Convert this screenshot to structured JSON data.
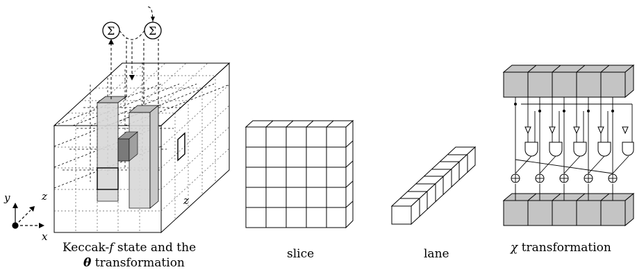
{
  "captions": {
    "state_line1": "Keccak-",
    "state_line1_f": "f",
    "state_line1_rest": " state and the",
    "state_line2_theta": "θ",
    "state_line2_rest": " transformation",
    "slice": "slice",
    "lane": "lane",
    "chi_symbol": "χ",
    "chi_rest": " transformation"
  },
  "axes": {
    "x": "x",
    "y": "y",
    "z": "z",
    "z_side": "z"
  },
  "sigma_symbol": "Σ",
  "colors": {
    "stroke": "#000000",
    "gray_light": "#d3d3d3",
    "gray_mid": "#bdbdbd",
    "gray_dark": "#7a7a7a",
    "gray_block": "#c4c4c4"
  }
}
